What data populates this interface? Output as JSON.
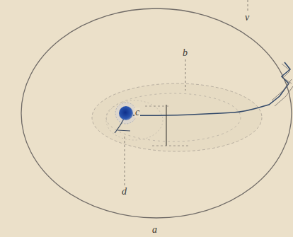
{
  "diagram": {
    "labels": [
      "b",
      "v",
      "c",
      "d",
      "a"
    ]
  }
}
